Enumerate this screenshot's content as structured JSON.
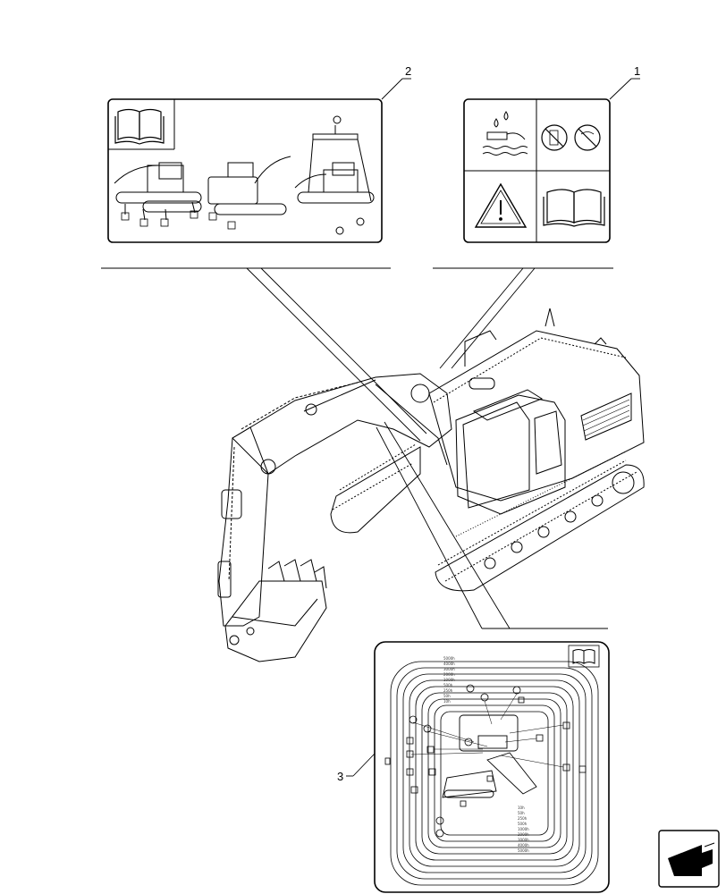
{
  "diagram": {
    "callouts": [
      {
        "id": "1",
        "label": "1"
      },
      {
        "id": "2",
        "label": "2"
      },
      {
        "id": "3",
        "label": "3"
      }
    ],
    "service_intervals": [
      "5000h",
      "4000h",
      "3000h",
      "2000h",
      "1000h",
      "500h",
      "250h",
      "50h",
      "10h"
    ],
    "service_intervals_bottom": [
      "10h",
      "50h",
      "250h",
      "500h",
      "1000h",
      "2000h",
      "3000h",
      "4000h",
      "5000h"
    ]
  }
}
